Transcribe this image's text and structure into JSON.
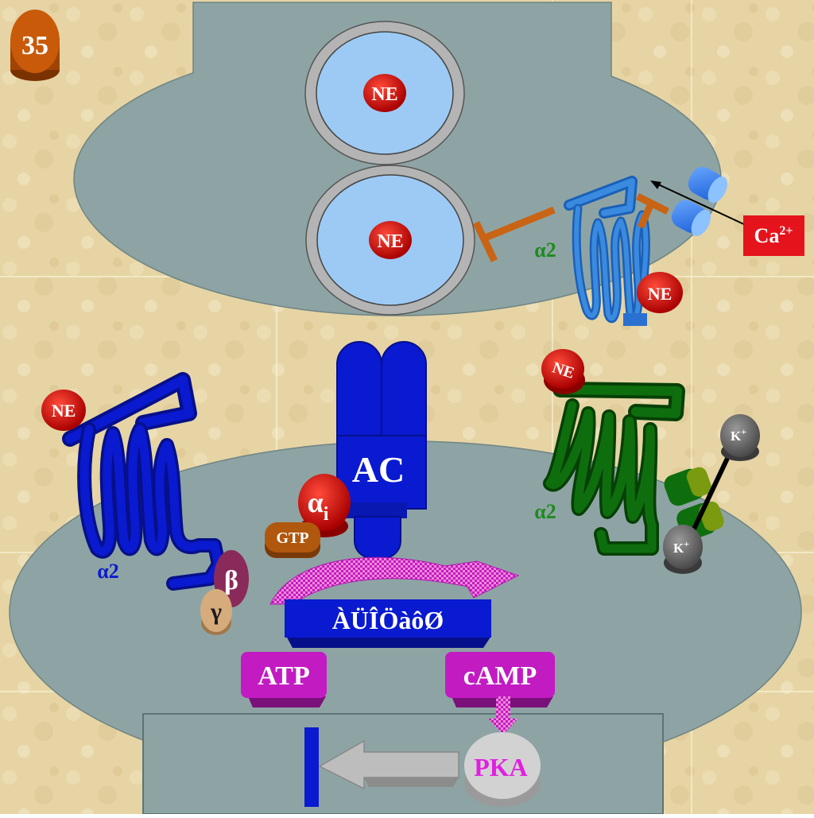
{
  "slide_number": "35",
  "vesicles": [
    {
      "label": "NE"
    },
    {
      "label": "NE"
    }
  ],
  "presynaptic": {
    "receptor_label": "α2",
    "ne_label": "NE",
    "ion_label_base": "Ca",
    "ion_label_sup": "2+"
  },
  "postsynaptic": {
    "left_receptor": {
      "label": "α2",
      "ne_label": "NE"
    },
    "right_receptor": {
      "label": "α2",
      "ne_label": "NE"
    },
    "g_protein": {
      "alpha": "α",
      "alpha_sub": "i",
      "beta": "β",
      "gamma": "γ",
      "gtp": "GTP"
    },
    "enzyme_label": "AC",
    "enzyme_bar_text": "ÀÜÎÖàôØ",
    "atp_label": "ATP",
    "camp_label": "cAMP",
    "pka_label": "PKA",
    "k_label_top": "K",
    "k_label_bottom": "K",
    "k_sup": "+"
  },
  "colors": {
    "background": "#e8d7a8",
    "cell": "#8ea4a4",
    "vesicle_fill": "#9ccaf5",
    "ne_red": "#e10e0e",
    "receptor_blue": "#0a10c8",
    "receptor_green": "#0e6e0e",
    "magenta": "#c21bc2",
    "brown": "#c35a0a",
    "ion_box": "#e5141c"
  }
}
